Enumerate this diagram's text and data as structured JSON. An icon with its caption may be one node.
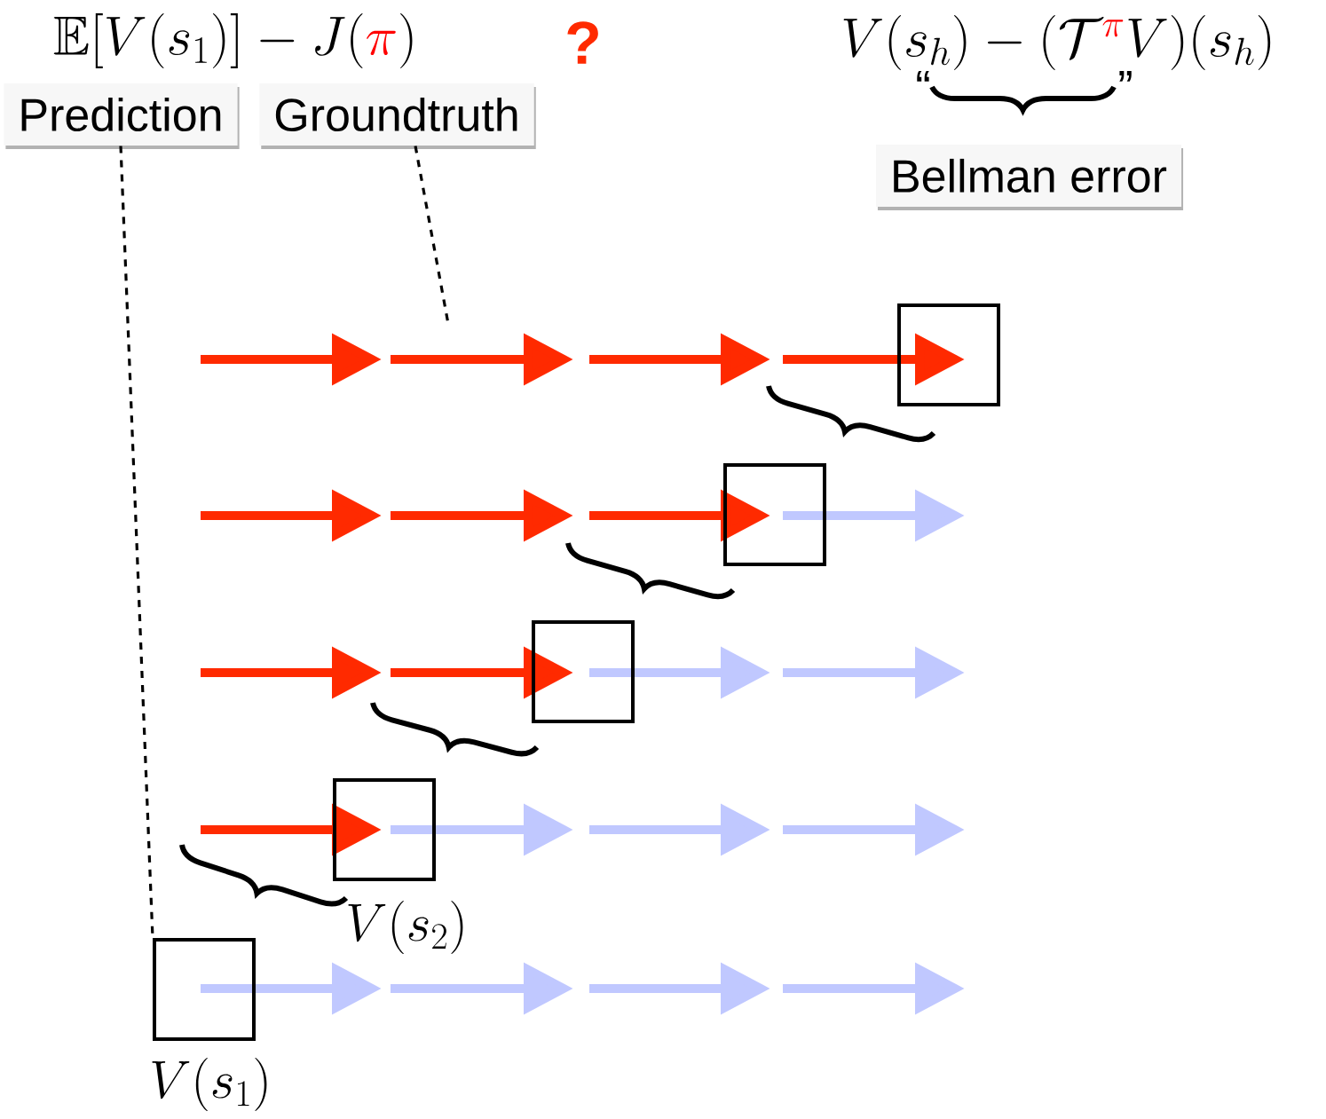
{
  "diagram": {
    "nodes": [
      {
        "text": [
          "Prediction"
        ]
      },
      {
        "text": [
          "Groundtruth"
        ]
      },
      {
        "text": [
          "Bellman error"
        ]
      },
      {
        "text": [],
        "shape": "box",
        "beside": [
          "V(s_1)"
        ]
      },
      {
        "text": [],
        "shape": "box",
        "beside": [
          "V(s_2)"
        ]
      },
      {
        "text": [],
        "shape": "box"
      },
      {
        "text": [],
        "shape": "box"
      },
      {
        "text": [],
        "shape": "box"
      }
    ],
    "edges": [
      {
        "from": 0,
        "to": 3,
        "arrow": "none",
        "style": "dashed"
      },
      {
        "from": 1,
        "to": null,
        "arrow": "none",
        "style": "dashed"
      }
    ],
    "labels": [
      "\\mathbb{E}[V(s_1)] - J(\\textcolor{red}{\\pi})",
      "?",
      "V(s_h) - (\\mathcal{T}^{\\textcolor{red}{\\pi}} V)(s_h)",
      "“",
      "”"
    ]
  }
}
